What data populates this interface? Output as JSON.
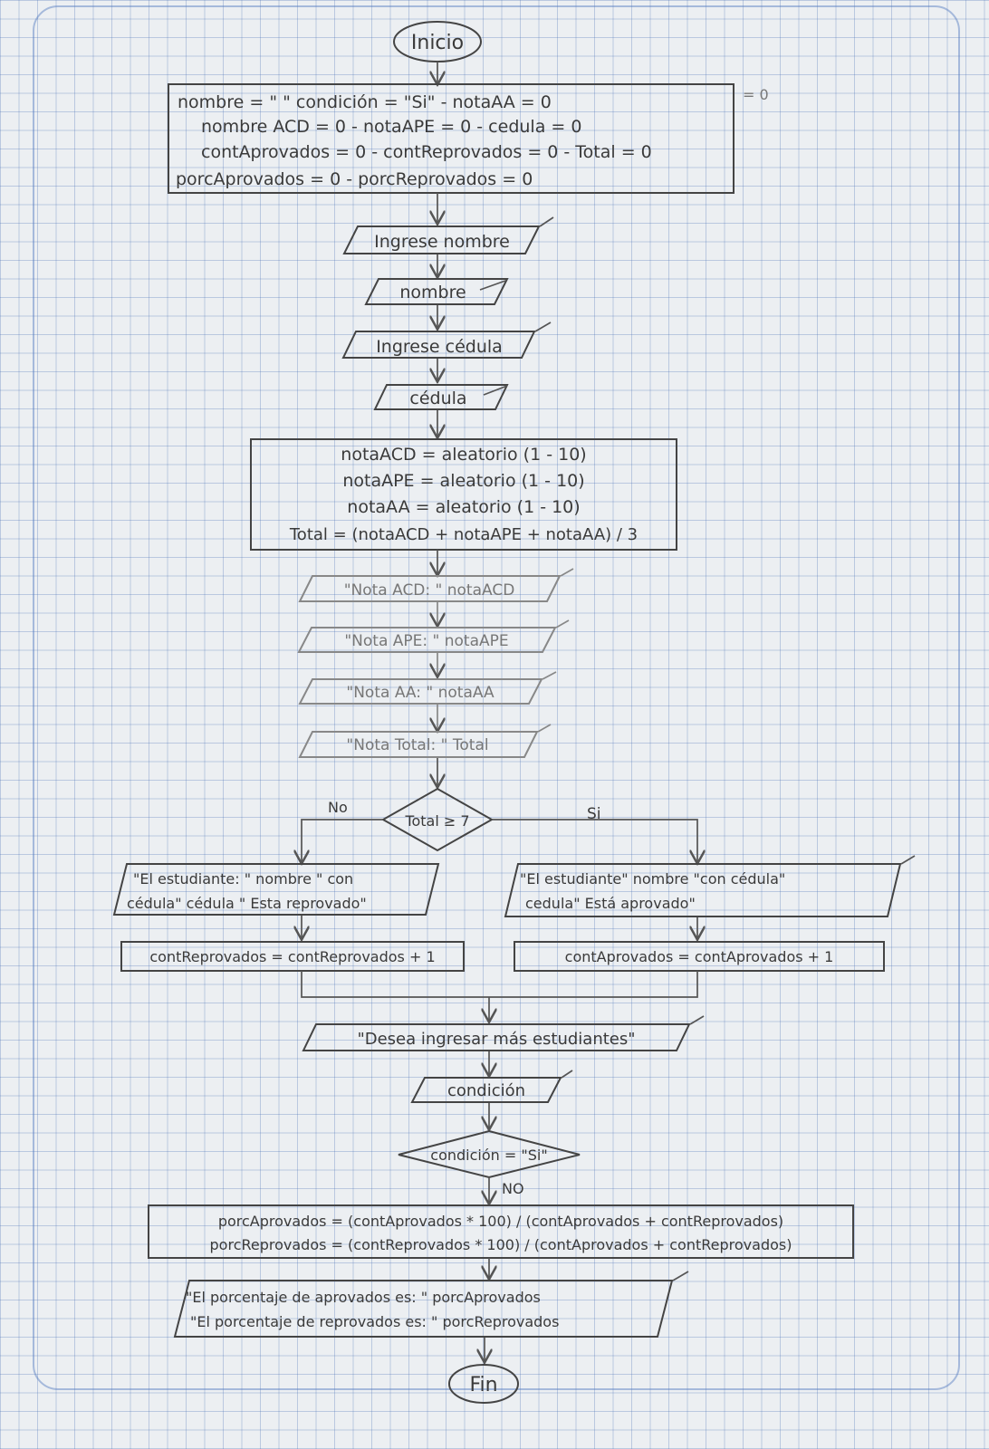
{
  "start": "Inicio",
  "end": "Fin",
  "init_block": {
    "lines": [
      "nombre = \" \" condición = \"Si\" - notaAA = 0",
      "nombre ACD = 0 - notaAPE = 0 - cedula = 0",
      "contAprovados = 0 - contReprovados = 0 - Total = 0",
      "porcAprovados = 0 - porcReprovados = 0"
    ],
    "side_mark": "= 0"
  },
  "prompt_name": "Ingrese nombre",
  "input_name": "nombre",
  "prompt_id": "Ingrese cédula",
  "input_id": "cédula",
  "calc_block": {
    "lines": [
      "notaACD = aleatorio (1 - 10)",
      "notaAPE = aleatorio (1 - 10)",
      "notaAA = aleatorio (1 - 10)",
      "Total = (notaACD + notaAPE + notaAA) / 3"
    ]
  },
  "outputs": [
    "\"Nota ACD: \" notaACD",
    "\"Nota APE: \" notaAPE",
    "\"Nota AA: \" notaAA",
    "\"Nota Total: \" Total"
  ],
  "decision_total": {
    "label": "Total ≥ 7",
    "no_label": "No",
    "yes_label": "Si"
  },
  "fail_output": {
    "lines": [
      "\"El estudiante: \" nombre \" con",
      "cédula\" cédula \" Esta reprovado\""
    ]
  },
  "pass_output": {
    "lines": [
      "\"El estudiante\" nombre \"con cédula\"",
      "cedula\" Está aprovado\""
    ]
  },
  "fail_count": "contReprovados = contReprovados + 1",
  "pass_count": "contAprovados = contAprovados + 1",
  "ask_more": "\"Desea ingresar más estudiantes\"",
  "input_cond": "condición",
  "decision_cond": {
    "label": "condición = \"Si\"",
    "no_label": "NO"
  },
  "pct_block": {
    "lines": [
      "porcAprovados = (contAprovados * 100) / (contAprovados + contReprovados)",
      "porcReprovados = (contReprovados * 100) / (contAprovados + contReprovados)"
    ]
  },
  "final_output": {
    "lines": [
      "\"El porcentaje de aprovados es: \" porcAprovados",
      "\"El porcentaje de reprovados es: \" porcReprovados"
    ]
  }
}
